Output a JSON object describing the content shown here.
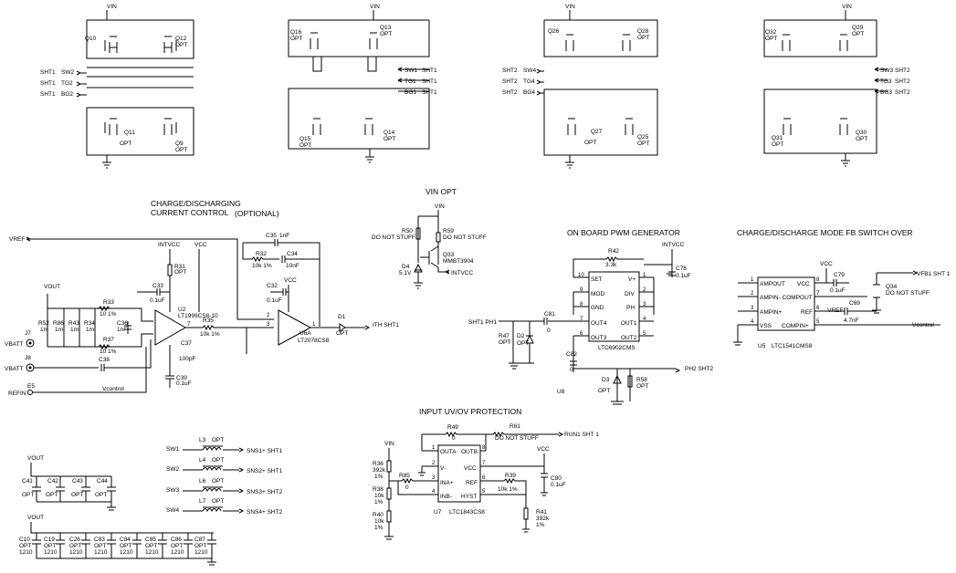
{
  "headings": {
    "charge_control_1": "CHARGE/DISCHARGING",
    "charge_control_2": "CURRENT CONTROL",
    "charge_control_opt": "(OPTIONAL)",
    "vin_opt": "VIN OPT",
    "pwm": "ON BOARD PWM GENERATOR",
    "fb_switch": "CHARGE/DISCHARGE MODE FB SWITCH OVER",
    "uvov": "INPUT UV/OV PROTECTION"
  },
  "bridges": [
    {
      "vin": "VIN",
      "q_tl": "Q10",
      "q_tr": "Q12",
      "q_bl": "Q11",
      "q_br": "Q9",
      "opt": "OPT",
      "sig1": "SW2",
      "sig2": "TG2",
      "sig3": "BG2",
      "sht1": "SHT1",
      "sht2": "SHT1",
      "sht3": "SHT1"
    },
    {
      "vin": "VIN",
      "q_tl": "Q16",
      "q_tr": "Q13",
      "q_bl": "Q15",
      "q_br": "Q14",
      "opt": "OPT",
      "sig1": "SW1",
      "sig2": "TG1",
      "sig3": "BG1",
      "sht1": "SHT1",
      "sht2": "SHT1",
      "sht3": "SHT1"
    },
    {
      "vin": "VIN",
      "q_tl": "Q26",
      "q_tr": "Q28",
      "q_bl": "Q27",
      "q_br": "Q25",
      "opt": "OPT",
      "sig1": "SW4",
      "sig2": "TG4",
      "sig3": "BG4",
      "sht1": "SHT2",
      "sht2": "SHT2",
      "sht3": "SHT2"
    },
    {
      "vin": "VIN",
      "q_tl": "Q32",
      "q_tr": "Q29",
      "q_bl": "Q31",
      "q_br": "Q30",
      "opt": "OPT",
      "sig1": "SW3",
      "sig2": "TG3",
      "sig3": "BG3",
      "sht1": "SHT2",
      "sht2": "SHT2",
      "sht3": "SHT2"
    }
  ],
  "pin_numbers": {
    "p1": "1",
    "p2": "2",
    "p3": "3",
    "p4": "4",
    "p5": "5",
    "p6": "6",
    "p7": "7",
    "p8": "8",
    "p9": "9",
    "p10": "10"
  },
  "current_ctrl": {
    "vref": "VREF",
    "intvcc": "INTVCC",
    "vcc": "VCC",
    "vout": "VOUT",
    "vbatt": "VBATT",
    "j7": "J7",
    "j8": "J8",
    "e5": "E5",
    "refin": "REFIN",
    "vcontrol": "Vcontrol",
    "r31": "R31",
    "opt": "OPT",
    "c33": "C33",
    "c33v": "0.1uF",
    "u2": "U2",
    "u2p": "LT1999CS8-10",
    "r33": "R33",
    "r33v": "10 1%",
    "r52": "R52",
    "r86": "R86",
    "r43": "R43",
    "r34": "R34",
    "m1": "1m",
    "c36": "C36",
    "c36v": "1nF",
    "r37": "R37",
    "r37v": "10 1%",
    "c38": "C38",
    "r35": "R35",
    "r35v": "10k 1%",
    "c37": "C37",
    "c37v": "100pF",
    "c39": "C39",
    "c39v": "0.1uF",
    "c35": "C35",
    "c35v": "1nF",
    "r32": "R32",
    "r32v": "10k 1%",
    "c34": "C34",
    "c34v": "10nF",
    "c32": "C32",
    "c32v": "0.1uF",
    "u6a": "U6A",
    "u6p": "LT2078CS8",
    "d1": "D1",
    "ith": "ITH SHT1"
  },
  "vin_opt": {
    "vin": "VIN",
    "r50": "R50",
    "r50v": "DO NOT STUFF",
    "r59": "R59",
    "r59v": "DO NOT STUFF",
    "q33": "Q33",
    "q33p": "MMBT3904",
    "d4": "D4",
    "d4v": "5.1V",
    "intvcc": "INTVCC"
  },
  "pwm": {
    "r42": "R42",
    "r42v": "3.3k",
    "intvcc": "INTVCC",
    "c78": "C78",
    "c78v": "0.1uF",
    "set": "SET",
    "mod": "MOD",
    "gnd": "GND",
    "out4": "OUT4",
    "out3": "OUT3",
    "vp": "V+",
    "div": "DIV",
    "ph": "PH",
    "out1": "OUT1",
    "out2": "OUT2",
    "sht1ph1": "SHT1  PH1",
    "c81": "C81",
    "c81v": "0",
    "r47": "R47",
    "d2": "D2",
    "opt": "OPT",
    "u8": "U8",
    "u8p": "LTC6902CMS",
    "c82": "C82",
    "c82v": "0",
    "d3": "D3",
    "r58": "R58",
    "ph2": "PH2  SHT2"
  },
  "fb": {
    "ampout": "AMPOUT",
    "ampin_m": "AMPIN- COMPOUT",
    "ampin_p": "AMPIN+",
    "vss": "VSS",
    "vcc_pin": "VCC",
    "ref": "REF",
    "compin": "COMPIN+",
    "u5": "U5",
    "u5p": "LTC1541CMS8",
    "vcc": "VCC",
    "c79": "C79",
    "c79v": "0.1uF",
    "c69": "C69",
    "c69v": "4.7nF",
    "vref": "VREF",
    "q34": "Q34",
    "q34v": "DO NOT STUFF",
    "vfb1": "VFB1  SHT 1",
    "vcontrol": "Vcontrol"
  },
  "uvov": {
    "r49": "R49",
    "r49v": "0",
    "r61": "R61",
    "r61v": "DO NOT STUFF",
    "run1": "RUN1  SHT 1",
    "vin": "VIN",
    "r36": "R36",
    "r36v": "392k",
    "r38": "R38",
    "r38v": "10k",
    "r40": "R40",
    "r40v": "10k",
    "r85": "R85",
    "r85v": "0",
    "pct": "1%",
    "outa": "OUTA",
    "outb": "OUTB",
    "vm": "V-",
    "inap": "INA+",
    "inbm": "INB-",
    "vccp": "VCC",
    "ref": "REF",
    "hyst": "HYST",
    "u7": "U7",
    "u7p": "LTC1843CS8",
    "vcc": "VCC",
    "c80": "C80",
    "c80v": "0.1uF",
    "r39": "R39",
    "r39v": "10k  1%",
    "r41": "R41",
    "r41v": "392k"
  },
  "sense": {
    "sw1": "SW1",
    "sw2": "SW2",
    "sw3": "SW3",
    "sw4": "SW4",
    "l3": "L3",
    "l4": "L4",
    "l6": "L6",
    "l7": "L7",
    "opt": "OPT",
    "sns1": "SNS1+  SHT1",
    "sns2": "SNS2+  SHT1",
    "sns3": "SNS3+  SHT2",
    "sns4": "SNS4+  SHT2"
  },
  "vout_caps": {
    "vout": "VOUT",
    "row1": [
      "C41",
      "C42",
      "C43",
      "C44"
    ],
    "opt": "OPT",
    "row2": [
      "C10",
      "C19",
      "C26",
      "C83",
      "C84",
      "C85",
      "C86",
      "C87"
    ],
    "size": "1210"
  }
}
